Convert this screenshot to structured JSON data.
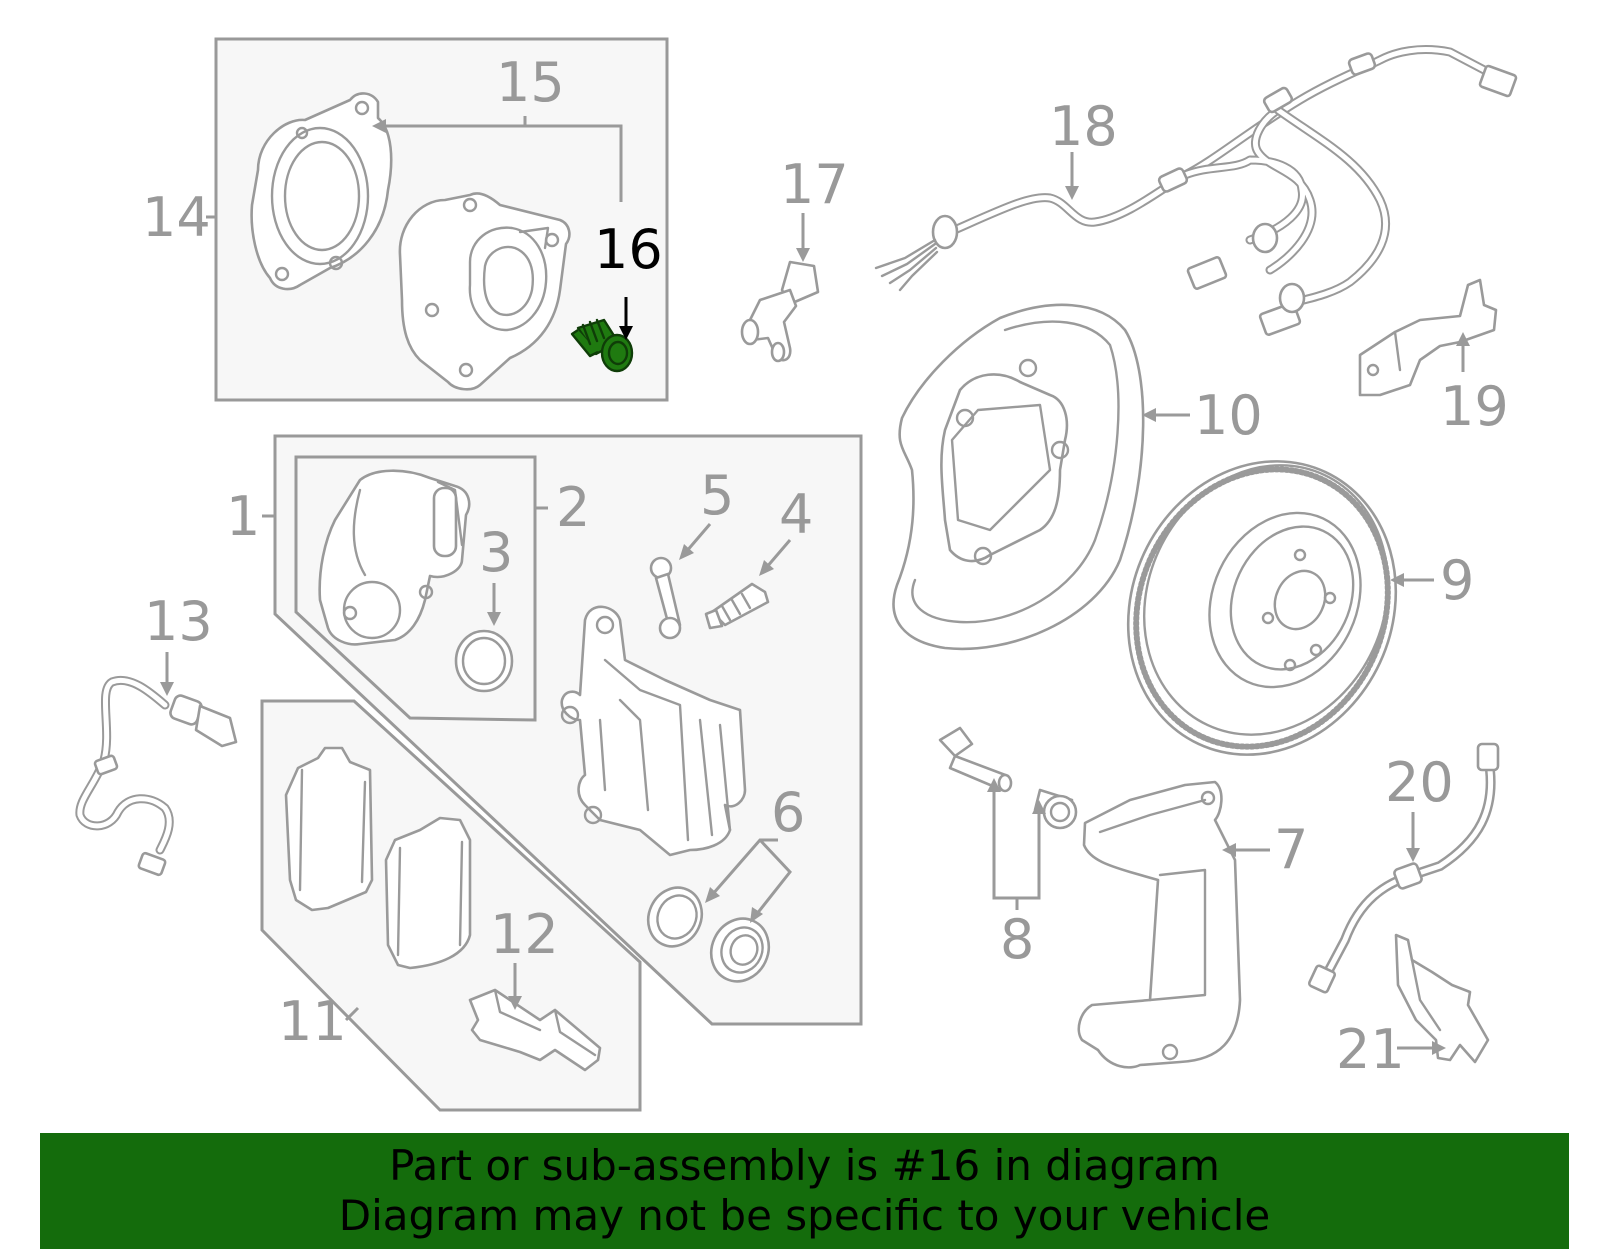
{
  "callouts": {
    "c1": "1",
    "c2": "2",
    "c3": "3",
    "c4": "4",
    "c5": "5",
    "c6": "6",
    "c7": "7",
    "c8": "8",
    "c9": "9",
    "c10": "10",
    "c11": "11",
    "c12": "12",
    "c13": "13",
    "c14": "14",
    "c15": "15",
    "c16": "16",
    "c17": "17",
    "c18": "18",
    "c19": "19",
    "c20": "20",
    "c21": "21"
  },
  "highlighted_part": "16",
  "colors": {
    "highlight_part": "#1f7a10",
    "banner_background": "#146c0c",
    "line_art": "#9a9a9a",
    "callout_text": "#999999"
  },
  "banner": {
    "line1": "Part or sub-assembly is #16 in diagram",
    "line2": "Diagram may not be specific to your vehicle"
  }
}
